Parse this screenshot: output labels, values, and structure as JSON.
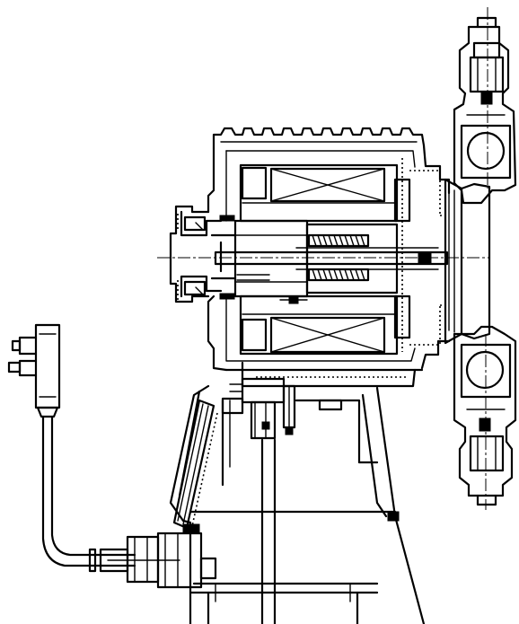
{
  "figure": {
    "parts": [
      "motor-housing",
      "stator-winding-upper",
      "stator-winding-lower",
      "rotor",
      "drive-shaft",
      "shaft-spring",
      "front-end-cap",
      "pump-head-upper",
      "pump-head-lower",
      "pump-head-plate",
      "pump-base",
      "control-board",
      "power-plug",
      "power-cord",
      "cord-strain-relief"
    ],
    "colors": {
      "ink": "#000000",
      "paper": "#ffffff"
    }
  }
}
